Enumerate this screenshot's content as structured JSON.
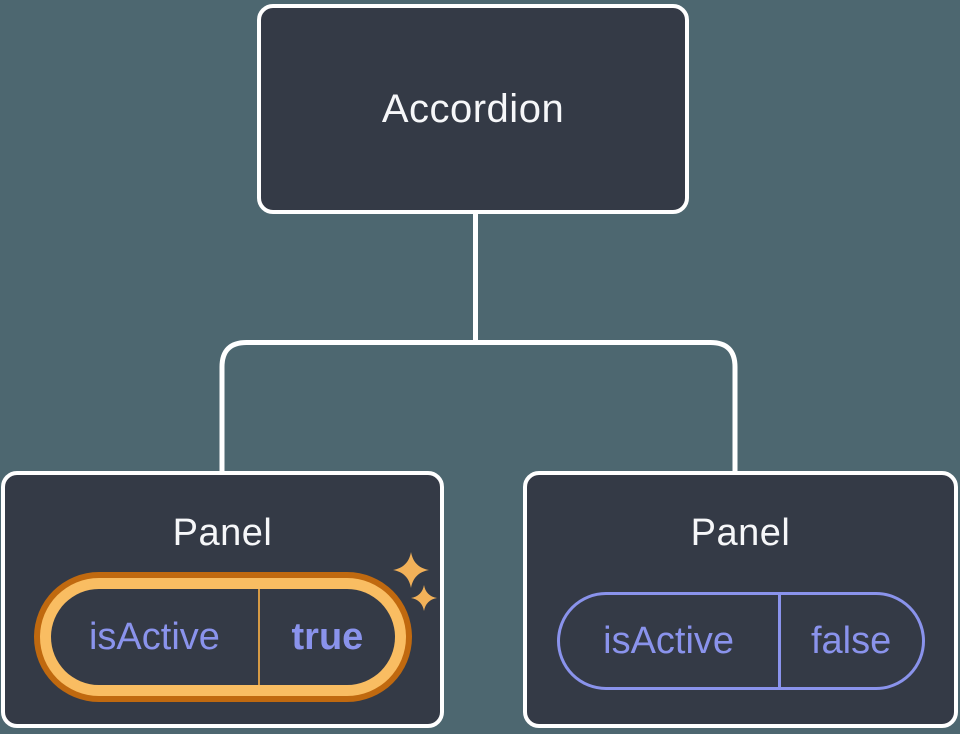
{
  "diagram": {
    "root": {
      "label": "Accordion"
    },
    "panels": [
      {
        "label": "Panel",
        "state_name": "isActive",
        "state_value": "true",
        "highlighted": true
      },
      {
        "label": "Panel",
        "state_name": "isActive",
        "state_value": "false",
        "highlighted": false
      }
    ],
    "icons": {
      "sparkle_large": "sparkle-icon",
      "sparkle_small": "sparkle-icon"
    },
    "colors": {
      "background": "#4d6770",
      "node_fill": "#343a46",
      "node_border": "#ffffff",
      "connector": "#ffffff",
      "state_text": "#8a93ec",
      "pill_inactive_border": "#8a93ec",
      "highlight_gold_band": "#f9bd62",
      "highlight_orange_ring": "#c0690f",
      "highlight_divider": "#d69a45",
      "sparkle_gold": "#f2b159"
    }
  }
}
